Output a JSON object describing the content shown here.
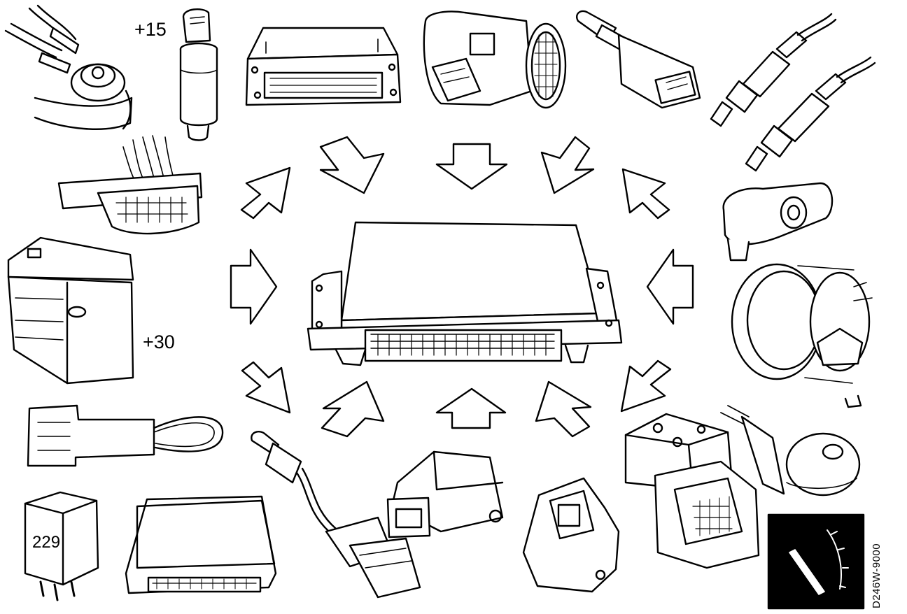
{
  "labels": {
    "ignition_terminal": "+15",
    "battery_terminal": "+30",
    "relay_number": "229",
    "figure_code": "D246W-9000"
  },
  "colors": {
    "line": "#000000",
    "background": "#ffffff"
  },
  "icons": {
    "center": "engine-control-module-icon",
    "arrows": "inward-arrow-icon"
  }
}
